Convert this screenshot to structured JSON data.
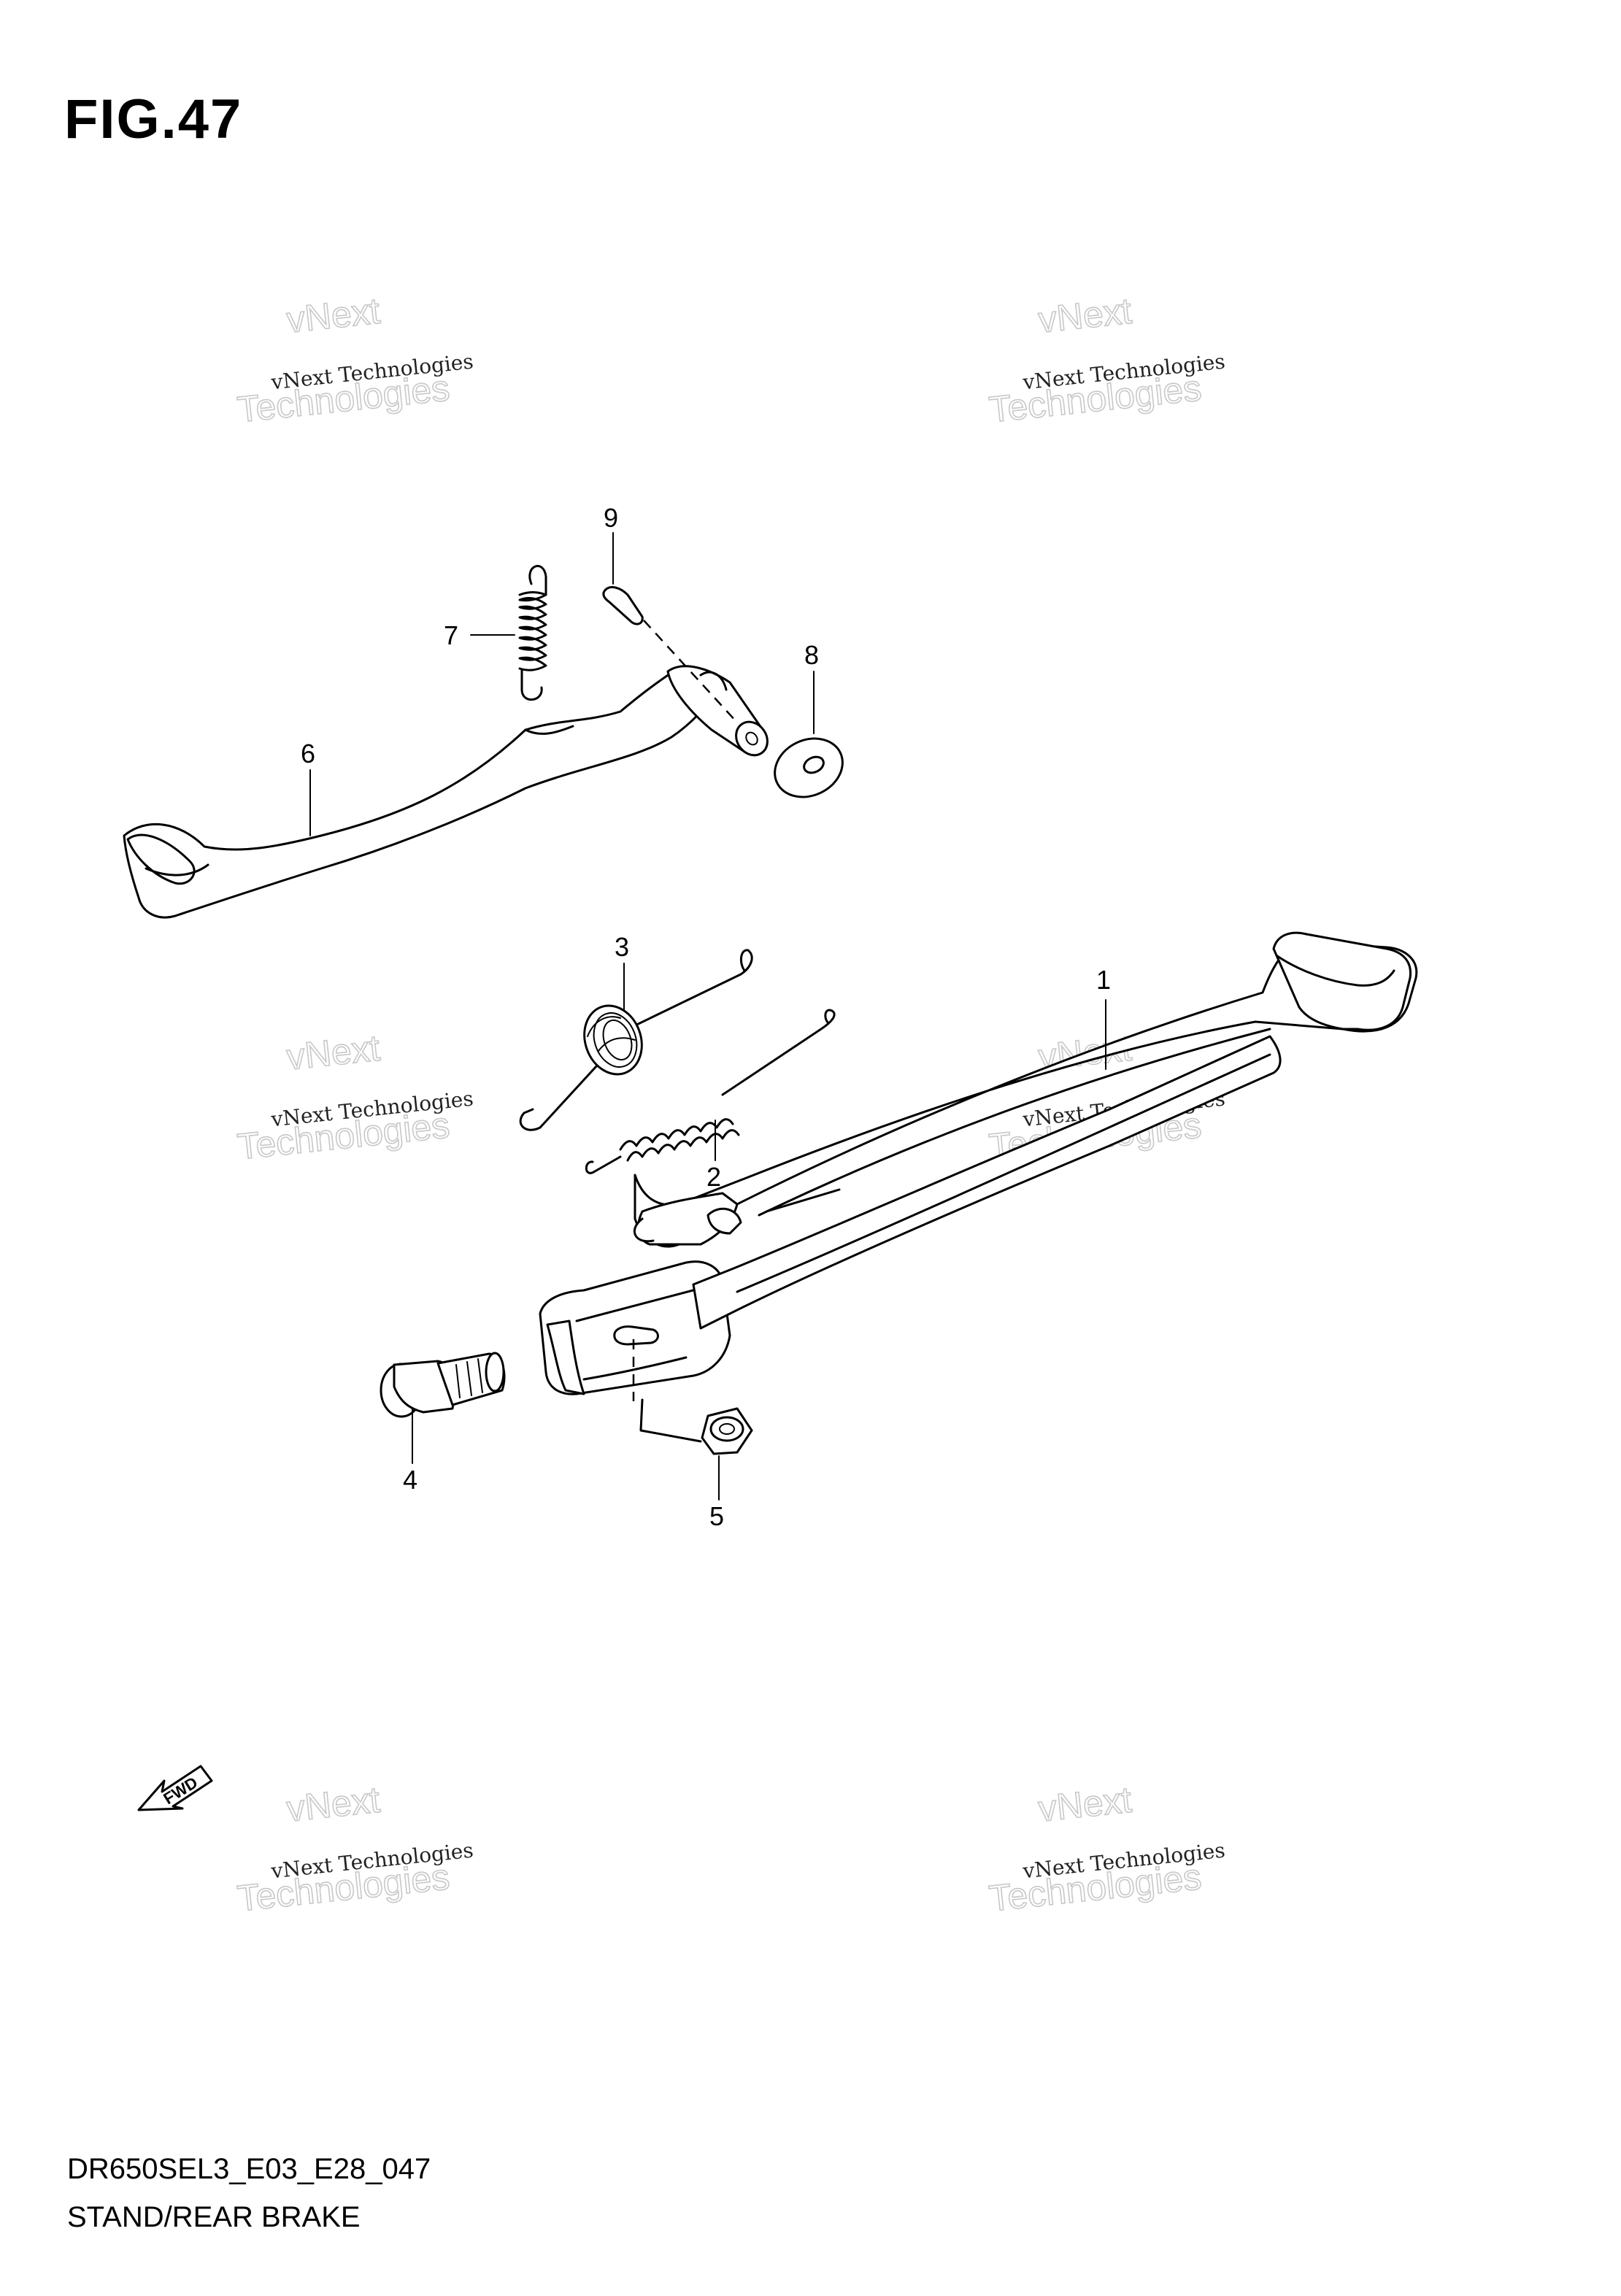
{
  "figure": {
    "title": "FIG.47",
    "code": "DR650SEL3_E03_E28_047",
    "name": "STAND/REAR BRAKE"
  },
  "callouts": [
    "1",
    "2",
    "3",
    "4",
    "5",
    "6",
    "7",
    "8",
    "9"
  ],
  "direction_badge": "FWD",
  "watermark": {
    "line1": "vNext Technologies",
    "line2": "Technologies",
    "line3": "vNext"
  }
}
